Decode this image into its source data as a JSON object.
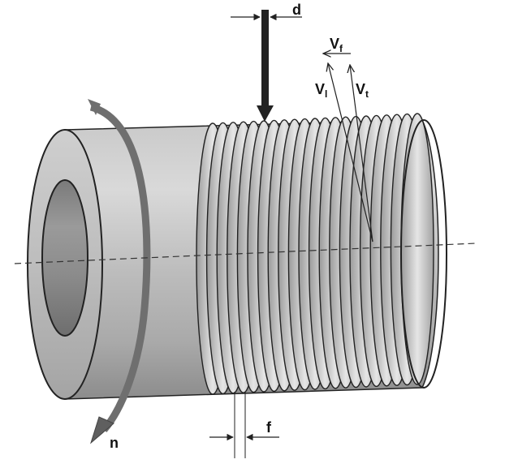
{
  "labels": {
    "d": "d",
    "vf": "V",
    "vf_sub": "f",
    "vl": "V",
    "vl_sub": "l",
    "vt": "V",
    "vt_sub": "t",
    "n": "n",
    "f": "f"
  },
  "colors": {
    "body_light": "#d4d4d4",
    "body_mid": "#b8b8b8",
    "body_dark": "#8e8e8e",
    "end_face": "#c6c6c6",
    "bore": "#8a8a8a",
    "outline": "#222222",
    "arrow": "#222222",
    "rotation_arrow": "#6f6f6f"
  },
  "thread": {
    "turns": 21
  }
}
